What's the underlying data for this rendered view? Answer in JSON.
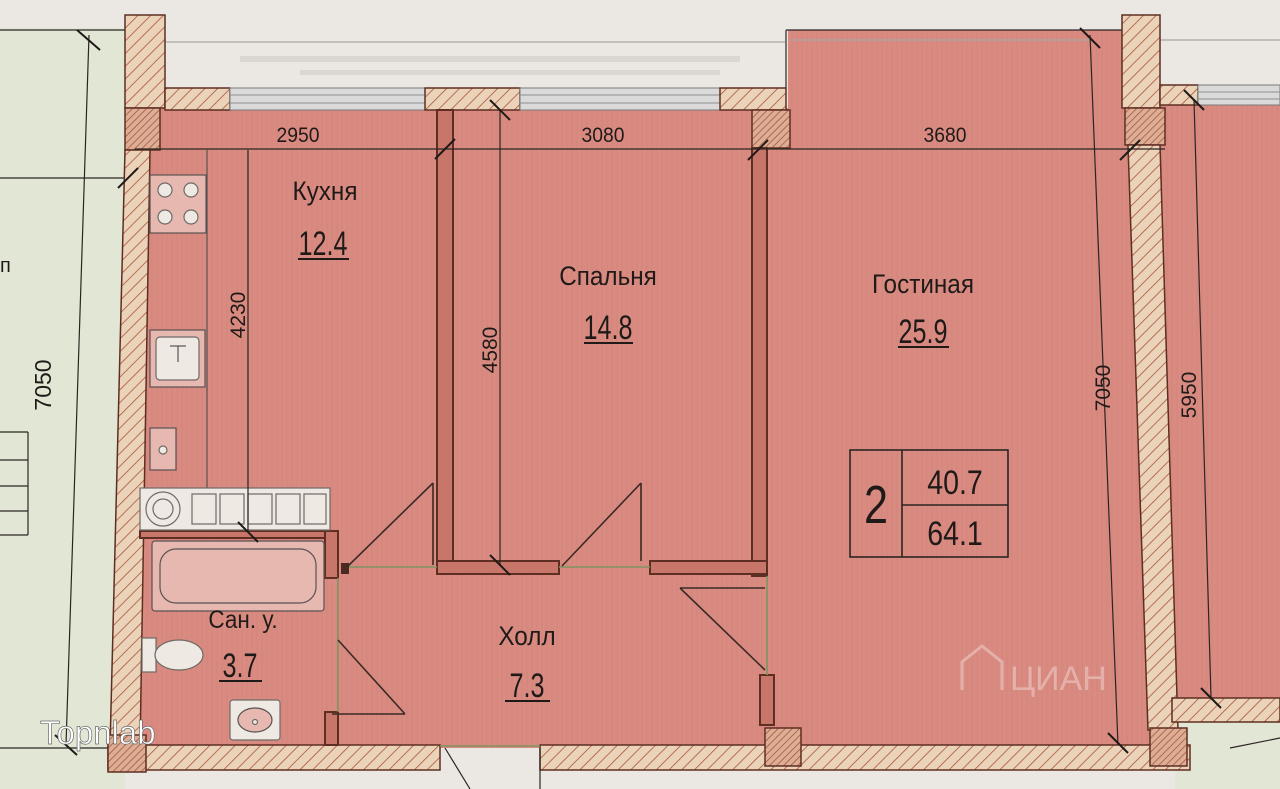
{
  "dimensions": {
    "top_segments": [
      "2950",
      "3080",
      "3680"
    ],
    "kitchen_depth": "4230",
    "bedroom_depth": "4580",
    "overall_depth_left": "7050",
    "overall_depth_right": "7050",
    "neighbor_depth": "5950"
  },
  "rooms": {
    "kitchen": {
      "name": "Кухня",
      "area": "12.4"
    },
    "bedroom": {
      "name": "Спальня",
      "area": "14.8"
    },
    "living_room": {
      "name": "Гостиная",
      "area": "25.9"
    },
    "bathroom": {
      "name": "Сан. у.",
      "area": "3.7"
    },
    "hall": {
      "name": "Холл",
      "area": "7.3"
    }
  },
  "summary": {
    "room_count": "2",
    "living_area": "40.7",
    "total_area": "64.1"
  },
  "edge_fragment": "п",
  "watermarks": {
    "agency": "Topnlab",
    "listing_site": "ЦИАН"
  },
  "fixtures": [
    "stove-icon",
    "kitchen-sink-icon",
    "washing-machine-icon",
    "bathtub-icon",
    "toilet-icon",
    "washbasin-icon",
    "house-icon"
  ],
  "colors": {
    "paper": "#ebe8e3",
    "outside": "#e2e7d5",
    "floor": "#d98b82",
    "floor_line": "#cf7f76",
    "wall_hatch": "#ebd3ba",
    "wall_hatch_line": "#a8563c",
    "column": "#dcae96",
    "wall_outline": "#5e2e22",
    "partition": "#c8766a",
    "ink": "#1f1a18"
  }
}
